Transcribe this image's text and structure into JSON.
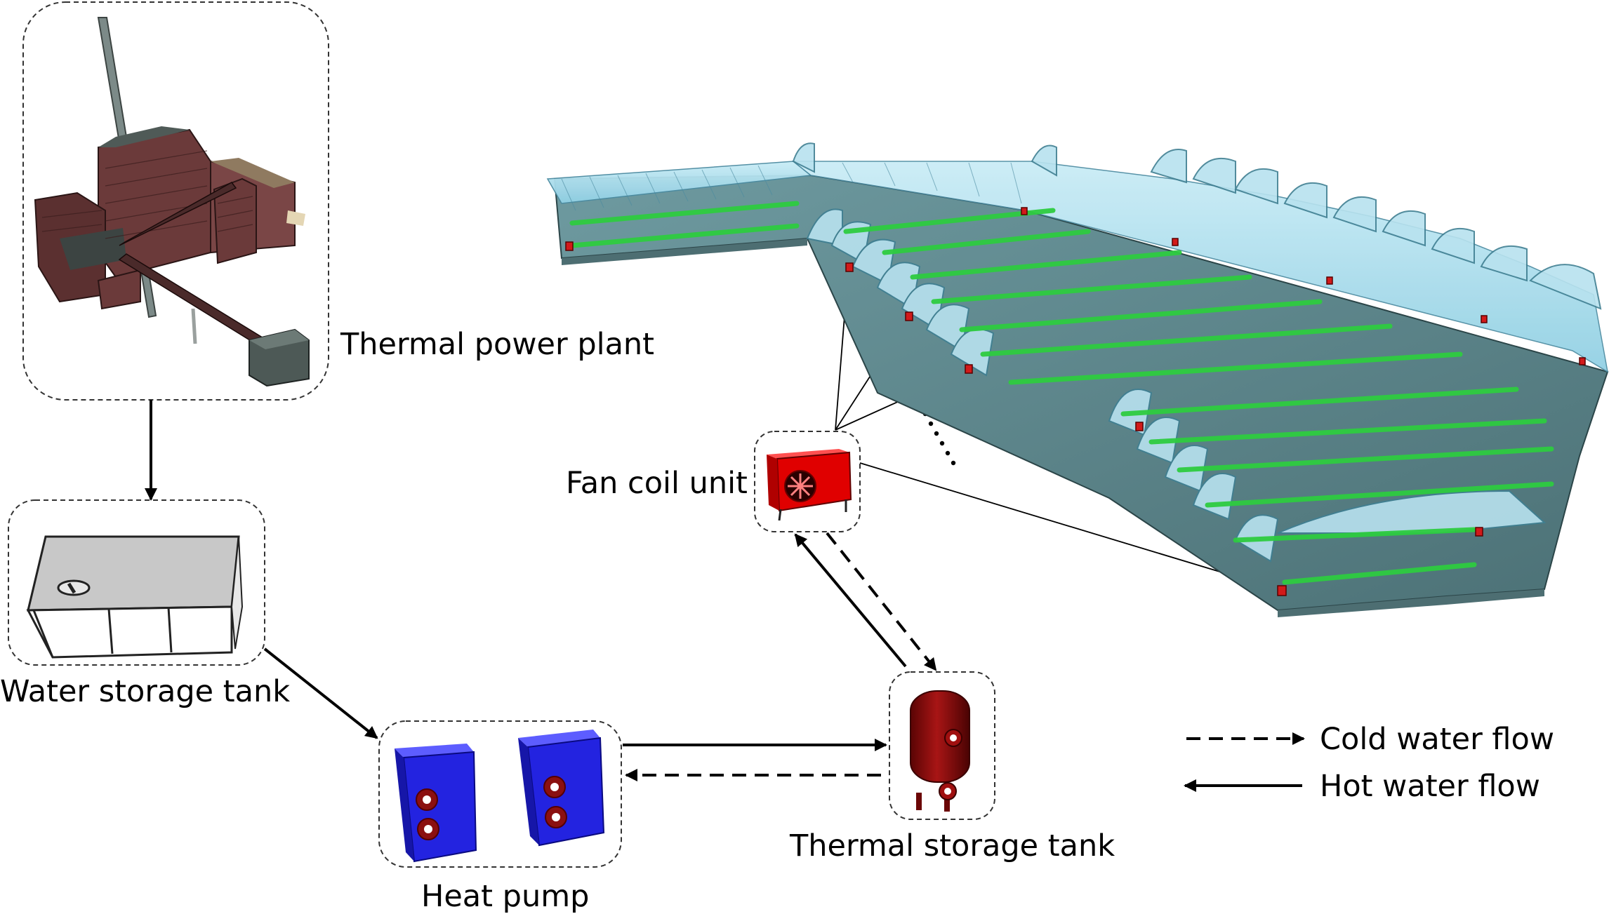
{
  "components": {
    "thermal_power_plant": "Thermal power plant",
    "water_storage_tank": "Water storage tank",
    "heat_pump": "Heat pump",
    "thermal_storage_tank": "Thermal storage tank",
    "fan_coil_unit": "Fan coil unit"
  },
  "legend": {
    "cold": "Cold water flow",
    "hot": "Hot water flow"
  },
  "colors": {
    "greenhouse_glass": "#a9dcec",
    "greenhouse_floor": "#5e868c",
    "pipe": "#2ecc40",
    "heat_pump": "#2424e0",
    "thermal_tank": "#8b0a0a",
    "fan_coil": "#e00000",
    "plant_brick": "#6b3a3a"
  }
}
